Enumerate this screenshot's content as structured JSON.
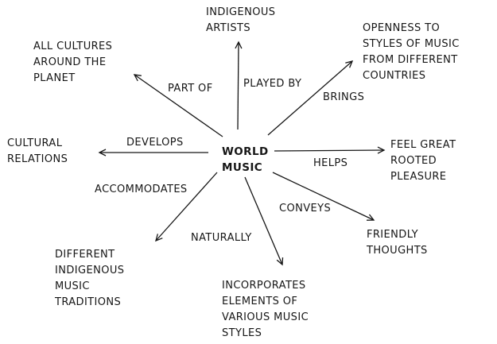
{
  "colors": {
    "ink": "#161616",
    "background": "#ffffff"
  },
  "diagram": {
    "center": {
      "label": "WORLD\nMUSIC"
    },
    "nodes": [
      {
        "id": "indigenous-artists",
        "label": "INDIGENOUS\nARTISTS"
      },
      {
        "id": "all-cultures",
        "label": "ALL CULTURES\nAROUND THE\nPLANET"
      },
      {
        "id": "openness",
        "label": "OPENNESS TO\nSTYLES OF MUSIC\nFROM DIFFERENT\nCOUNTRIES"
      },
      {
        "id": "cultural-relations",
        "label": "CULTURAL\nRELATIONS"
      },
      {
        "id": "feel-great",
        "label": "FEEL GREAT\nROOTED\nPLEASURE"
      },
      {
        "id": "friendly-thoughts",
        "label": "FRIENDLY\nTHOUGHTS"
      },
      {
        "id": "different-indigenous",
        "label": "DIFFERENT\nINDIGENOUS\nMUSIC\nTRADITIONS"
      },
      {
        "id": "incorporates",
        "label": "INCORPORATES\nELEMENTS OF\nVARIOUS MUSIC\nSTYLES"
      }
    ],
    "edges": [
      {
        "label": "PLAYED BY",
        "from": "WORLD MUSIC",
        "to": "INDIGENOUS ARTISTS"
      },
      {
        "label": "PART OF",
        "from": "WORLD MUSIC",
        "to": "ALL CULTURES AROUND THE PLANET"
      },
      {
        "label": "BRINGS",
        "from": "WORLD MUSIC",
        "to": "OPENNESS TO STYLES OF MUSIC FROM DIFFERENT COUNTRIES"
      },
      {
        "label": "DEVELOPS",
        "from": "WORLD MUSIC",
        "to": "CULTURAL RELATIONS"
      },
      {
        "label": "HELPS",
        "from": "WORLD MUSIC",
        "to": "FEEL GREAT ROOTED PLEASURE"
      },
      {
        "label": "ACCOMMODATES",
        "from": "WORLD MUSIC",
        "to": "DIFFERENT INDIGENOUS MUSIC TRADITIONS"
      },
      {
        "label": "NATURALLY",
        "from": "WORLD MUSIC",
        "to": "INCORPORATES ELEMENTS OF VARIOUS MUSIC STYLES"
      },
      {
        "label": "CONVEYS",
        "from": "WORLD MUSIC",
        "to": "FRIENDLY THOUGHTS"
      }
    ]
  }
}
